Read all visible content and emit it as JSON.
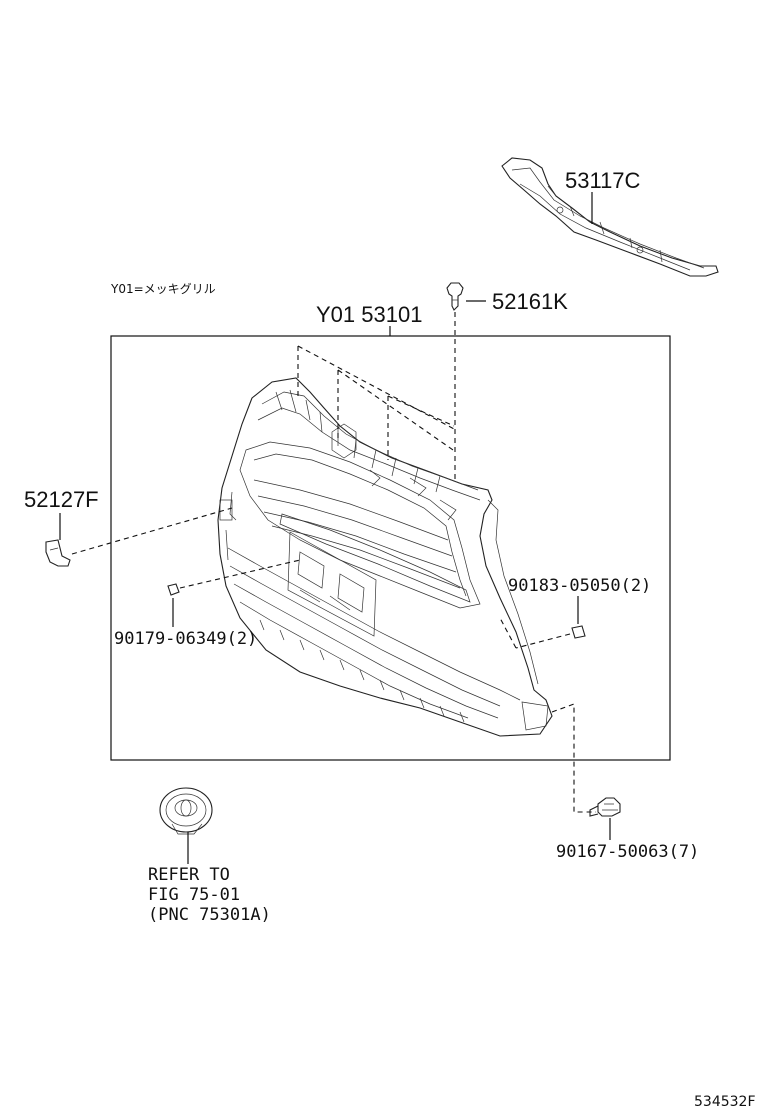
{
  "note": "Y01=メッキグリル",
  "labels": {
    "grille_assembly": "Y01  53101",
    "upper_retainer": "53117C",
    "top_clip": "52161K",
    "side_clip": "52127F",
    "nut_right": "90183-05050(2)",
    "nut_left": "90179-06349(2)",
    "screw": "90167-50063(7)",
    "refer_line1": "REFER TO",
    "refer_line2": "FIG 75-01",
    "refer_line3": "(PNC 75301A)",
    "illustration_id": "534532F"
  }
}
